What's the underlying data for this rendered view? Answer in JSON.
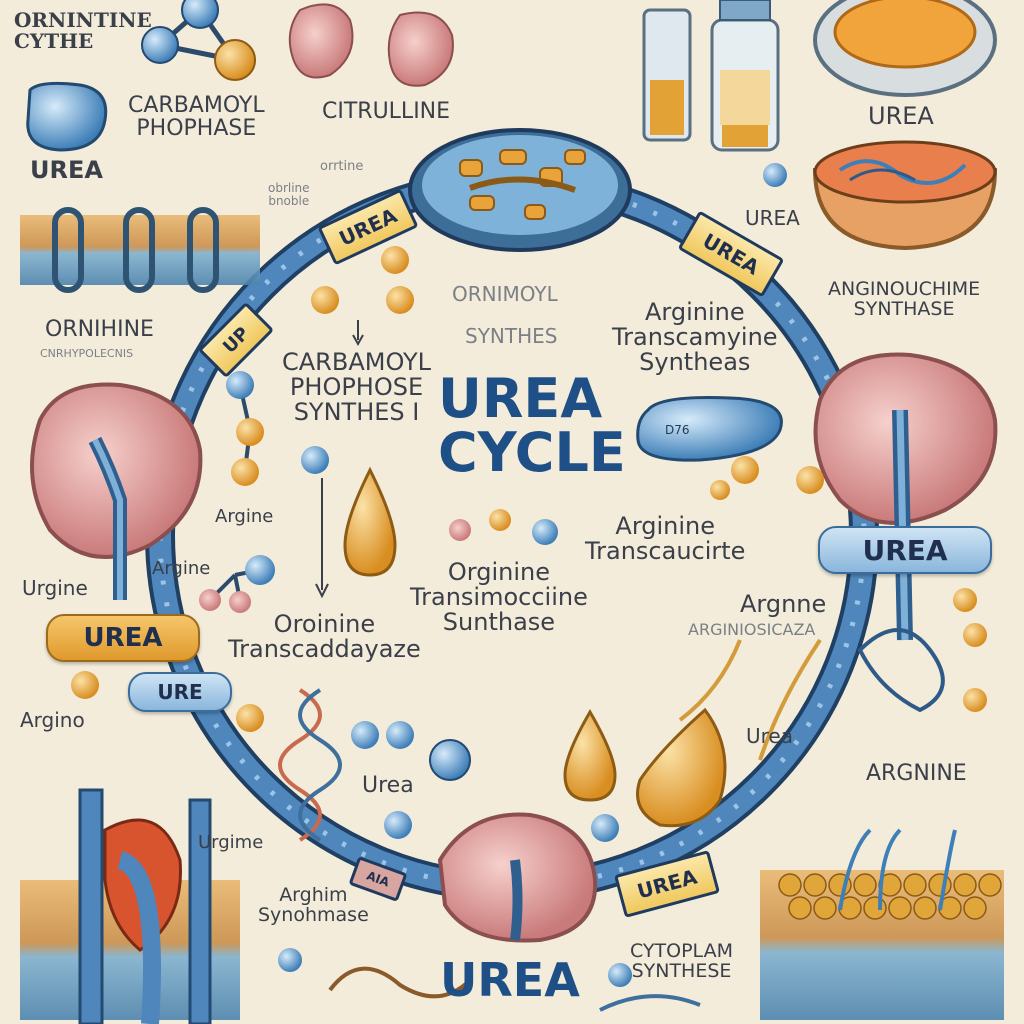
{
  "title": {
    "line1": "UREA",
    "line2": "CYCLE"
  },
  "labels": {
    "ornintine_cythe": "ORNINTINE\nCYTHE",
    "carbamoyl_phophase": "CARBAMOYL\nPHOPHASE",
    "citrulline": "CITRULLINE",
    "urea_top_left": "UREA",
    "orrtine_small": "orrtine",
    "small_garble_1": "obrline\nbnoble",
    "urea_top_right": "UREA",
    "urea_right_small": "UREA",
    "anginouchime_synthase": "ANGINOUCHIME\nSYNTHASE",
    "ornihine": "ORNIHINE",
    "small_garble_2": "CNRHYPOLECNIS",
    "ornimoyl": "ORNIMOYL",
    "synthes": "SYNTHES",
    "arginine_transcamyine": "Arginine\nTranscamyine\nSyntheas",
    "carbamoyl_phophose": "CARBAMOYL\nPHOPHOSE\nSYNTHES I",
    "argine_left": "Argine",
    "argine_left2": "Argine",
    "urgine": "Urgine",
    "argino": "Argino",
    "arginine_transcaucirte": "Arginine\nTranscaucirte",
    "orginine_transimocciine": "Orginine\nTransimocciine\nSunthase",
    "oroinine_transcaddayaze": "Oroinine\nTranscaddayaze",
    "argnne": "Argnne",
    "arginiosicaza": "ARGINIOSICAZA",
    "urea_mid_right": "Urea",
    "argnine": "ARGNINE",
    "urea_mid": "Urea",
    "urgime": "Urgime",
    "arghim_synhase": "Arghim\nSynohmase",
    "cytoplam_synthese": "CYTOPLAM\nSYNTHESE",
    "urea_bottom": "UREA",
    "d76_label": "D76"
  },
  "pills": {
    "urea_left_orange": "UREA",
    "ure_left_blue": "URE",
    "urea_right_blue": "UREA"
  },
  "tags": {
    "tag_up": "UP",
    "tag_urea_top": "UREA",
    "tag_urea_right": "UREA",
    "tag_urea_bottom": "UREA",
    "tag_aia": "AIA"
  },
  "colors": {
    "background": "#f3ecda",
    "cycle_ring": "#3b6fa0",
    "title": "#1e4f86",
    "kidney": "#e7a9a6",
    "molecule_blue": "#5b9bd0",
    "molecule_orange": "#e3a33a"
  }
}
